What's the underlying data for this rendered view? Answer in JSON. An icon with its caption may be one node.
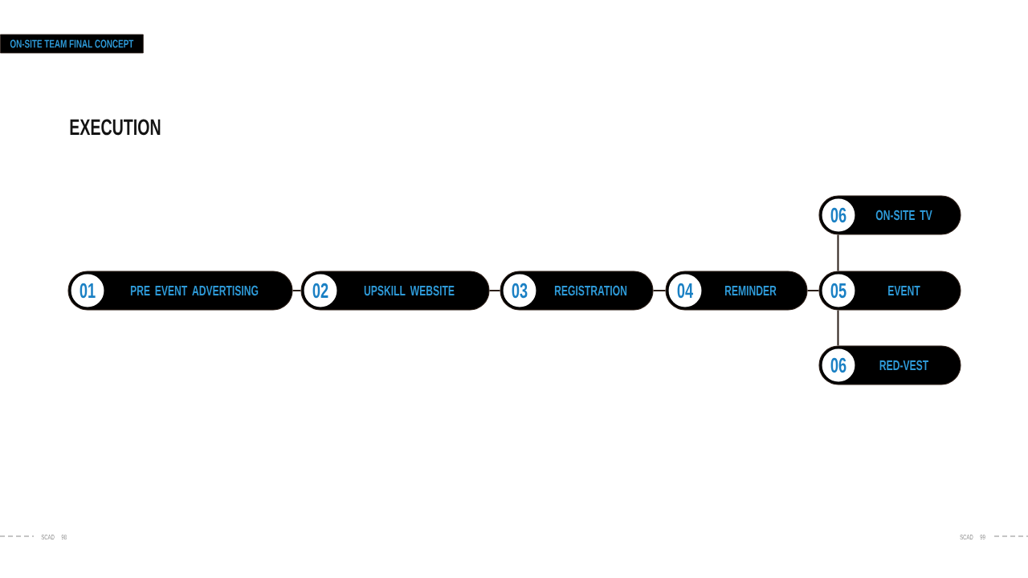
{
  "diagram": {
    "title": "EXECUTION",
    "nodes": [
      {
        "text": [
          "ON-SITE TEAM FINAL CONCEPT"
        ]
      },
      {
        "text": [
          "01",
          "PRE EVENT ADVERTISING"
        ]
      },
      {
        "text": [
          "02",
          "UPSKILL WEBSITE"
        ]
      },
      {
        "text": [
          "03",
          "REGISTRATION"
        ]
      },
      {
        "text": [
          "04",
          "REMINDER"
        ]
      },
      {
        "text": [
          "05",
          "EVENT"
        ]
      },
      {
        "text": [
          "06",
          "ON-SITE TV"
        ]
      },
      {
        "text": [
          "06",
          "RED-VEST"
        ]
      }
    ],
    "edges": [
      {
        "from": 1,
        "to": 2,
        "arrow": "none"
      },
      {
        "from": 2,
        "to": 3,
        "arrow": "none"
      },
      {
        "from": 3,
        "to": 4,
        "arrow": "none"
      },
      {
        "from": 4,
        "to": 5,
        "arrow": "none"
      },
      {
        "from": 5,
        "to": 6,
        "arrow": "none"
      },
      {
        "from": 5,
        "to": 7,
        "arrow": "none"
      }
    ],
    "labels": [
      "SCAD",
      "98",
      "SCAD",
      "99"
    ]
  }
}
